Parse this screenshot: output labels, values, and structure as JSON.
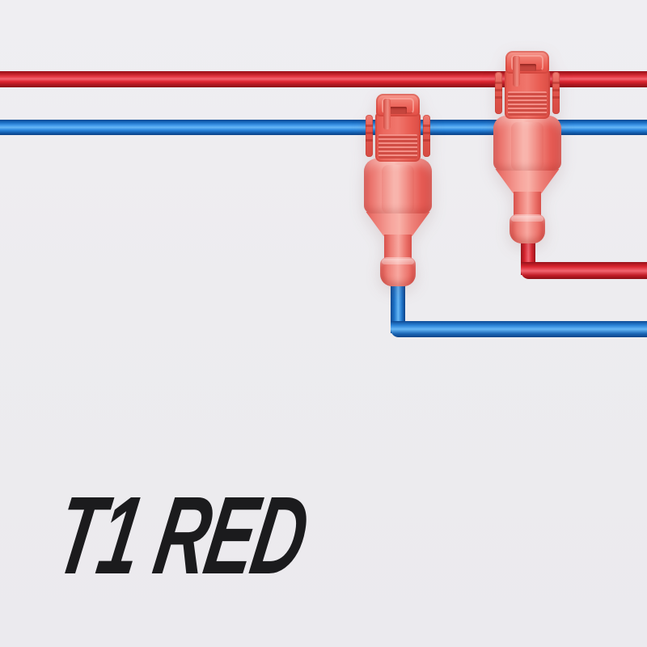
{
  "label": {
    "text": "T1 RED"
  },
  "colors": {
    "bg": "#edecef",
    "label-color": "#1b1b1d",
    "wire-red": "#df2530",
    "wire-red-dark": "#96121a",
    "wire-red-light": "#f26570",
    "wire-blue": "#2b86dd",
    "wire-blue-dark": "#0d4a94",
    "wire-blue-light": "#67b7f6",
    "connector-red": "#e8584f",
    "connector-highlight": "#f9b2a9",
    "connector-shadow": "#c43b34"
  },
  "parts": {
    "main_red_wire": "red wire",
    "main_blue_wire": "blue wire",
    "red_branch_wire": "red tap lead",
    "blue_branch_wire": "blue tap lead",
    "connector_on_blue": "T-tap quick splice connector on blue wire",
    "connector_on_red": "T-tap quick splice connector on red wire"
  }
}
